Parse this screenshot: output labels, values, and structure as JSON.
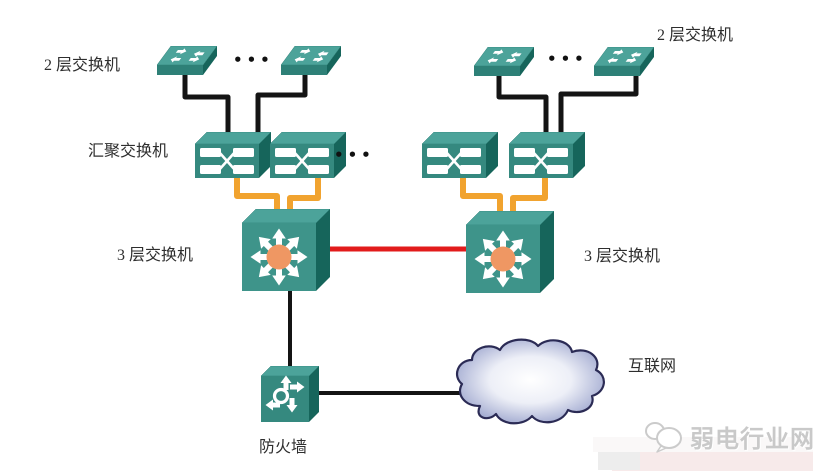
{
  "diagram": {
    "labels": {
      "l2_left": "2 层交换机",
      "l2_right": "2 层交换机",
      "aggregation": "汇聚交换机",
      "l3_left": "3 层交换机",
      "l3_right": "3 层交换机",
      "firewall": "防火墙",
      "internet": "互联网"
    },
    "ellipsis": "•••",
    "nodes": [
      {
        "id": "layer2-switch-1",
        "type": "layer2-switch"
      },
      {
        "id": "layer2-switch-2",
        "type": "layer2-switch"
      },
      {
        "id": "layer2-switch-3",
        "type": "layer2-switch"
      },
      {
        "id": "layer2-switch-4",
        "type": "layer2-switch"
      },
      {
        "id": "aggregation-switch-1",
        "type": "aggregation-switch"
      },
      {
        "id": "aggregation-switch-2",
        "type": "aggregation-switch"
      },
      {
        "id": "aggregation-switch-3",
        "type": "aggregation-switch"
      },
      {
        "id": "aggregation-switch-4",
        "type": "aggregation-switch"
      },
      {
        "id": "layer3-switch-1",
        "type": "layer3-switch"
      },
      {
        "id": "layer3-switch-2",
        "type": "layer3-switch"
      },
      {
        "id": "firewall",
        "type": "firewall"
      },
      {
        "id": "internet-cloud",
        "type": "cloud"
      }
    ],
    "links": [
      {
        "from": "layer2-switch-1",
        "to": "aggregation-switch-1",
        "color": "#141414"
      },
      {
        "from": "layer2-switch-2",
        "to": "aggregation-switch-1",
        "color": "#141414"
      },
      {
        "from": "layer2-switch-3",
        "to": "aggregation-switch-4",
        "color": "#141414"
      },
      {
        "from": "layer2-switch-4",
        "to": "aggregation-switch-4",
        "color": "#141414"
      },
      {
        "from": "aggregation-switch-1",
        "to": "layer3-switch-1",
        "color": "#F1A32F"
      },
      {
        "from": "aggregation-switch-2",
        "to": "layer3-switch-1",
        "color": "#F1A32F"
      },
      {
        "from": "aggregation-switch-3",
        "to": "layer3-switch-2",
        "color": "#F1A32F"
      },
      {
        "from": "aggregation-switch-4",
        "to": "layer3-switch-2",
        "color": "#F1A32F"
      },
      {
        "from": "layer3-switch-1",
        "to": "layer3-switch-2",
        "color": "#E21B1B"
      },
      {
        "from": "layer3-switch-1",
        "to": "firewall",
        "color": "#141414"
      },
      {
        "from": "firewall",
        "to": "internet-cloud",
        "color": "#141414"
      }
    ],
    "colors": {
      "device_top": "#4CA39A",
      "device_front": "#35897F",
      "device_side": "#16655B",
      "cable_black": "#141414",
      "cable_orange": "#F1A32F",
      "trunk_red": "#E21B1B",
      "l3_hub_orange": "#EF9763",
      "cloud_outline": "#2B2B55",
      "cloud_fill_edge": "#8E98C6",
      "label_text": "#2E2E2E"
    }
  },
  "watermark": {
    "logo": "chat-bubbles-icon",
    "text": "弱电行业网"
  }
}
